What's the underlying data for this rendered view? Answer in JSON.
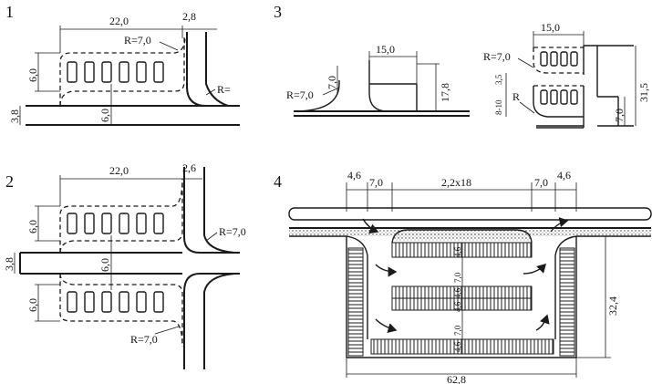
{
  "figures": [
    {
      "number": "1",
      "dims": {
        "width": "22,0",
        "inlet": "2,8",
        "radius": "R=7,0",
        "radius_road": "R=",
        "depth_left": "6,0",
        "depth_middle": "6,0",
        "road": "3,8"
      }
    },
    {
      "number": "2",
      "dims": {
        "width": "22,0",
        "inlet": "2,6",
        "radius_top": "R=7,0",
        "radius_bottom": "R=7,0",
        "depth_top": "6,0",
        "depth_bottom": "6,0",
        "aisle": "6,0",
        "road": "3,8"
      }
    },
    {
      "number": "3",
      "dims": {
        "width_left": "15,0",
        "radius_left": "R=7,0",
        "height_small": "7,0",
        "height_total": "17,8",
        "width_right": "15,0",
        "radius_right": "R=7,0",
        "gap": "3,5",
        "range": "8-10",
        "radius_label": "R",
        "height_right": "31,5",
        "height_bottom": "7,0"
      }
    },
    {
      "number": "4",
      "dims": {
        "left_a": "4,6",
        "left_b": "7,0",
        "center": "2,2x18",
        "right_b": "7,0",
        "right_a": "4,6",
        "height": "32,4",
        "total_width": "62,8",
        "row_gap_1": "4,6",
        "row_gap_2": "7,0",
        "row_gap_3": "4,6",
        "row_gap_4": "4,6",
        "row_gap_5": "7,0",
        "row_gap_6": "4,6"
      }
    }
  ]
}
